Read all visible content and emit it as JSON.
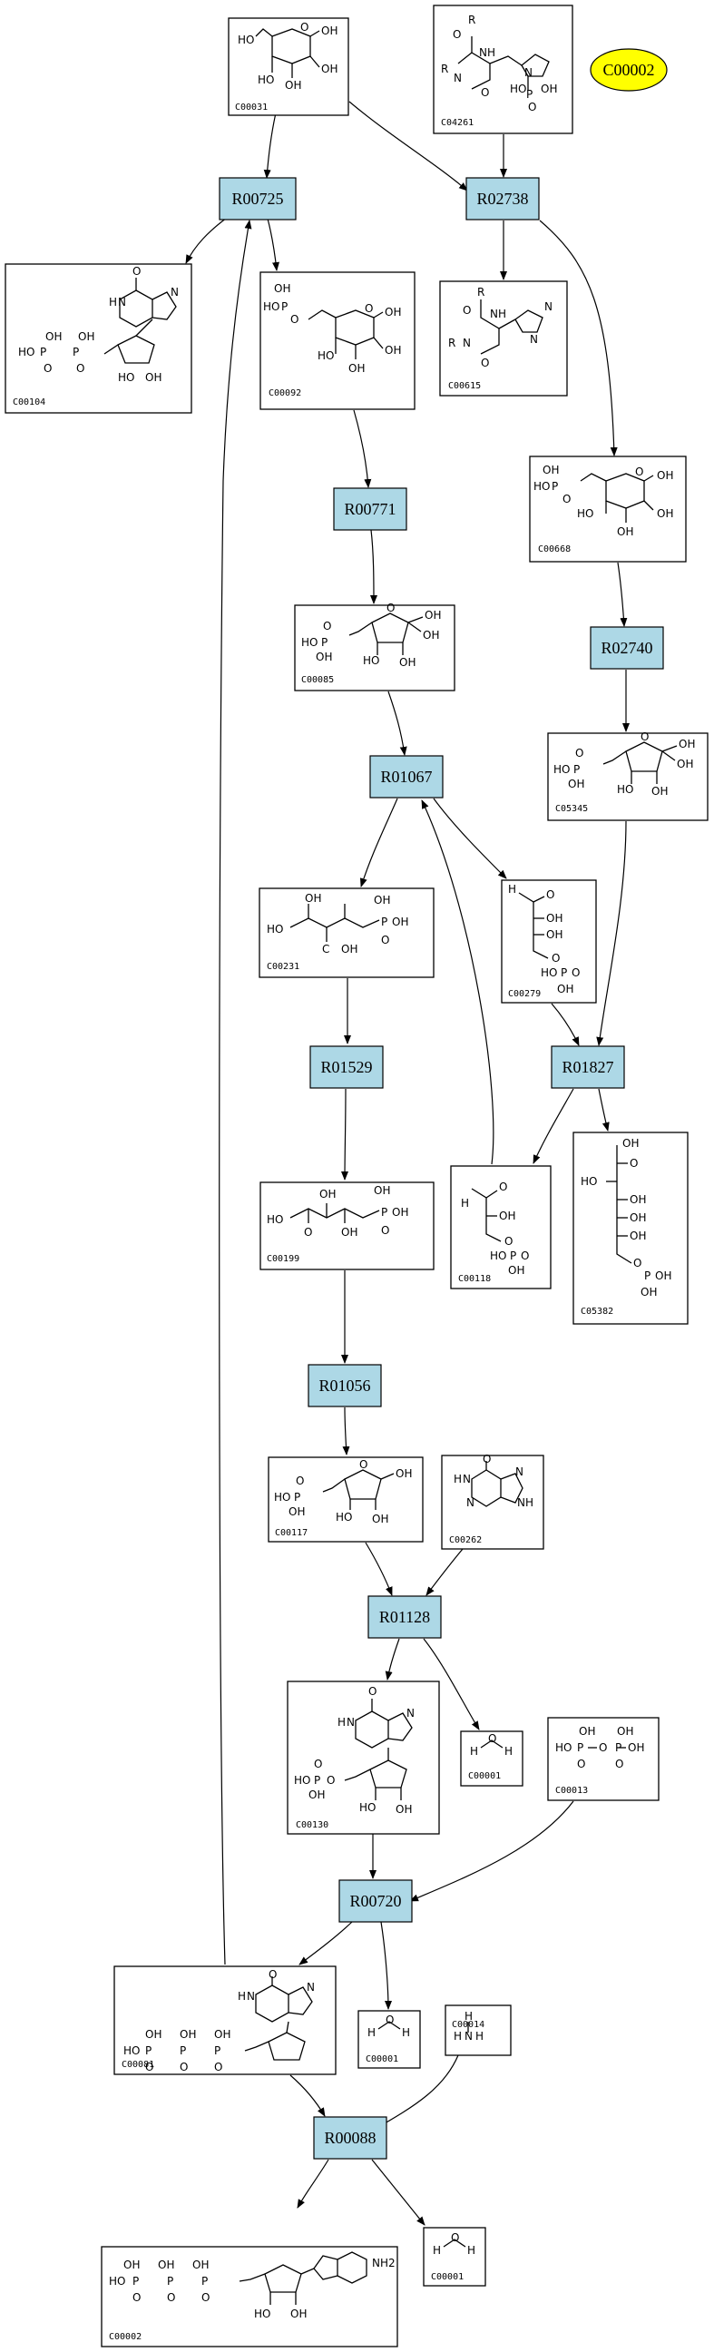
{
  "highlight": {
    "label": "C00002",
    "color": "#ffff00"
  },
  "reaction_color": "#add8e6",
  "reactions": {
    "R00725": "R00725",
    "R02738": "R02738",
    "R00771": "R00771",
    "R02740": "R02740",
    "R01067": "R01067",
    "R01529": "R01529",
    "R01827": "R01827",
    "R01056": "R01056",
    "R01128": "R01128",
    "R00720": "R00720",
    "R00088": "R00088"
  },
  "compounds": {
    "C00031": "C00031",
    "C04261": "C04261",
    "C00104": "C00104",
    "C00092": "C00092",
    "C00615": "C00615",
    "C00668": "C00668",
    "C00085": "C00085",
    "C05345": "C05345",
    "C00231": "C00231",
    "C00279": "C00279",
    "C00199": "C00199",
    "C00118": "C00118",
    "C05382": "C05382",
    "C00117": "C00117",
    "C00262": "C00262",
    "C00130": "C00130",
    "C00001_a": "C00001",
    "C00013": "C00013",
    "C00081": "C00081",
    "C00001_b": "C00001",
    "C00014": "C00014",
    "C00002": "C00002",
    "C00001_c": "C00001"
  },
  "atoms": {
    "OH": "OH",
    "O": "O",
    "P": "P",
    "HO": "HO",
    "H": "H",
    "N": "N",
    "NH": "NH",
    "NH2": "NH2",
    "R": "R",
    "C": "C"
  }
}
